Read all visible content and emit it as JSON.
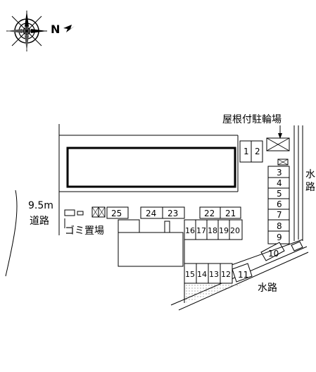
{
  "compass": {
    "north_label": "N"
  },
  "labels": {
    "road_width": "9.5m",
    "road": "道路",
    "garbage": "ゴミ置場",
    "bicycle": "屋根付駐輪場",
    "water_right_1": "水",
    "water_right_2": "路",
    "water_bottom": "水路"
  },
  "spaces": [
    "1",
    "2",
    "3",
    "4",
    "5",
    "6",
    "7",
    "8",
    "9",
    "10",
    "11",
    "12",
    "13",
    "14",
    "15",
    "16",
    "17",
    "18",
    "19",
    "20",
    "21",
    "22",
    "23",
    "24",
    "25"
  ]
}
